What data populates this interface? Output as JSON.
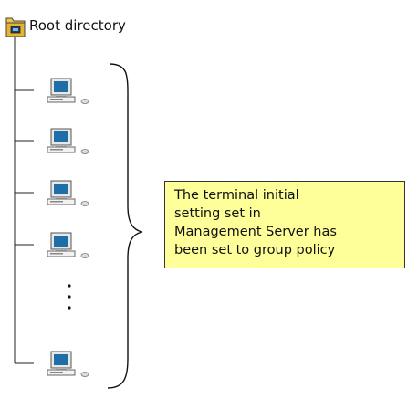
{
  "root": {
    "label": "Root directory",
    "icon": "folder-icon"
  },
  "terminals": {
    "icon": "computer-icon",
    "visible_count": 5,
    "ellipsis": "⋮"
  },
  "callout": {
    "lines": [
      "The terminal initial",
      "setting set in",
      "Management Server has",
      "been set to group policy"
    ]
  },
  "colors": {
    "callout_fill": "#ffff99",
    "folder_fill": "#f0c640",
    "monitor_screen": "#1e6ea8",
    "line": "#222222"
  }
}
